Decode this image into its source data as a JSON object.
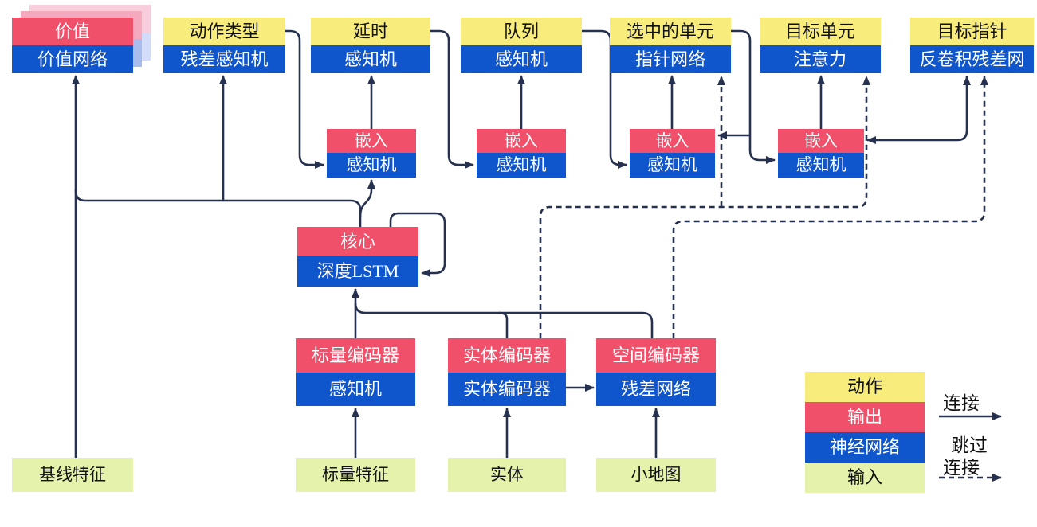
{
  "colors": {
    "action_yellow": "#F8EC7C",
    "output_red": "#F0506A",
    "network_blue": "#0F55CC",
    "input_green": "#E4F2AB",
    "line_navy": "#26304F"
  },
  "boxes": {
    "value": {
      "title": "价值",
      "subtitle": "价值网络"
    },
    "action_type": {
      "title": "动作类型",
      "subtitle": "残差感知机"
    },
    "delay": {
      "title": "延时",
      "subtitle": "感知机"
    },
    "queue": {
      "title": "队列",
      "subtitle": "感知机"
    },
    "selected_units": {
      "title": "选中的单元",
      "subtitle": "指针网络"
    },
    "target_unit": {
      "title": "目标单元",
      "subtitle": "注意力"
    },
    "target_point": {
      "title": "目标指针",
      "subtitle": "反卷积残差网"
    },
    "embed1": {
      "title": "嵌入",
      "subtitle": "感知机"
    },
    "embed2": {
      "title": "嵌入",
      "subtitle": "感知机"
    },
    "embed3": {
      "title": "嵌入",
      "subtitle": "感知机"
    },
    "embed4": {
      "title": "嵌入",
      "subtitle": "感知机"
    },
    "core": {
      "title": "核心",
      "subtitle": "深度LSTM"
    },
    "scalar_encoder": {
      "title": "标量编码器",
      "subtitle": "感知机"
    },
    "entity_encoder": {
      "title": "实体编码器",
      "subtitle": "实体编码器"
    },
    "spatial_encoder": {
      "title": "空间编码器",
      "subtitle": "残差网络"
    },
    "baseline_features": {
      "label": "基线特征"
    },
    "scalar_features": {
      "label": "标量特征"
    },
    "entities": {
      "label": "实体"
    },
    "minimap": {
      "label": "小地图"
    }
  },
  "legend": {
    "action": "动作",
    "output": "输出",
    "network": "神经网络",
    "input": "输入",
    "connection": "连接",
    "skip_line1": "跳过",
    "skip_line2": "连接"
  }
}
